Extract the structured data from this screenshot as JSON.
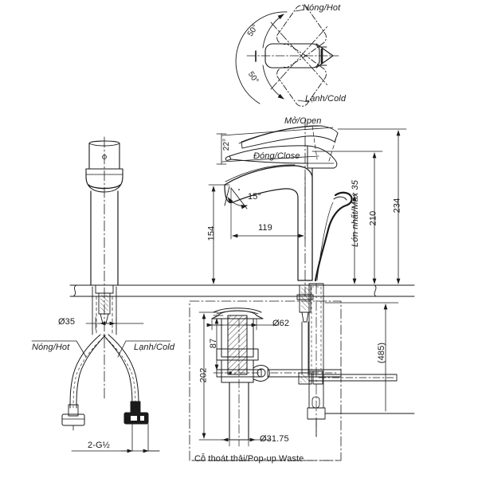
{
  "drawing": {
    "title": "TOTO single-lever basin mixer tap — dimensioned technical drawing",
    "type": "engineering-dimension-drawing",
    "units": "mm",
    "line_color": "#1a1a1a",
    "background": "#ffffff"
  },
  "views": {
    "handle_plan": {
      "name": "Handle rotation plan view",
      "labels": {
        "hot": "Nóng/Hot",
        "cold": "Lạnh/Cold",
        "angle_upper": "50°",
        "angle_lower": "50°"
      }
    },
    "front_elevation": {
      "name": "Front elevation of mixer tap",
      "labels": {
        "open": "Mở/Open",
        "close": "Đóng/Close",
        "lever_angle": "22°",
        "spout_angle": "15°",
        "max_note": "Lớn nhất/Max 35"
      },
      "dimensions": {
        "height_to_spout": "154",
        "spout_reach": "119",
        "body_height": "210",
        "overall_height": "234",
        "below_deck": "(485)"
      }
    },
    "tall_elevation": {
      "name": "Tall vessel version elevation",
      "dimensions": {
        "shank_diameter": "Ø35"
      }
    },
    "supply_hoses": {
      "name": "Flexible supply hoses",
      "labels": {
        "hot": "Nóng/Hot",
        "cold": "Lạnh/Cold",
        "thread": "2-G½"
      }
    },
    "popup_waste": {
      "name": "Pop-up waste detail",
      "caption": "Cỗ thoát thải/Pop-up Waste",
      "dimensions": {
        "flange_diameter": "Ø62",
        "tail_diameter": "Ø31.75",
        "top_height": "87",
        "total_height": "202"
      }
    }
  },
  "dimension_values": {
    "d35": "Ø35",
    "d62": "Ø62",
    "d31_75": "Ø31.75",
    "h87": "87",
    "h202": "202",
    "h154": "154",
    "h210": "210",
    "h234": "234",
    "h485": "(485)",
    "w119": "119",
    "a22": "22°",
    "a15": "15°",
    "a50a": "50°",
    "a50b": "50°",
    "thread": "2-G½",
    "max35": "Lớn nhất/Max 35"
  },
  "text_labels": {
    "hot_plan": "Nóng/Hot",
    "cold_plan": "Lạnh/Cold",
    "hot_hose": "Nóng/Hot",
    "cold_hose": "Lạnh/Cold",
    "open": "Mở/Open",
    "close": "Đóng/Close",
    "popup_caption": "Cỗ thoát thải/Pop-up Waste"
  }
}
